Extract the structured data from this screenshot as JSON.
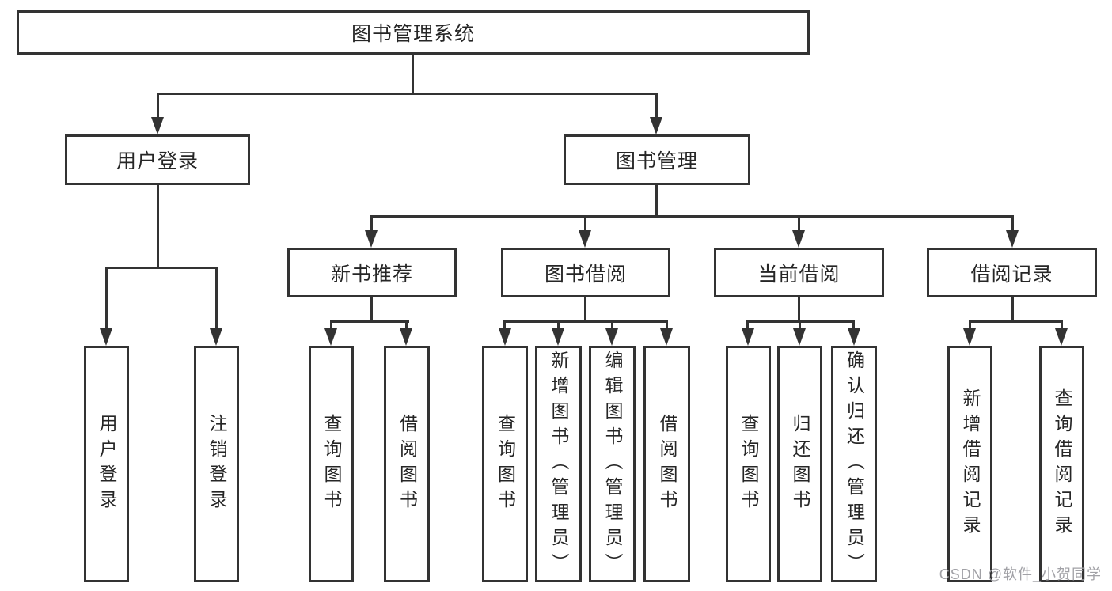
{
  "tree": {
    "root": {
      "label": "图书管理系统"
    },
    "branches": [
      {
        "label": "用户登录",
        "children": [
          {
            "label": "用户登录"
          },
          {
            "label": "注销登录"
          }
        ]
      },
      {
        "label": "图书管理",
        "children": [
          {
            "label": "新书推荐",
            "children": [
              {
                "label": "查询图书"
              },
              {
                "label": "借阅图书"
              }
            ]
          },
          {
            "label": "图书借阅",
            "children": [
              {
                "label": "查询图书"
              },
              {
                "label": "新增图书（管理员）"
              },
              {
                "label": "编辑图书（管理员）"
              },
              {
                "label": "借阅图书"
              }
            ]
          },
          {
            "label": "当前借阅",
            "children": [
              {
                "label": "查询图书"
              },
              {
                "label": "归还图书"
              },
              {
                "label": "确认归还（管理员）"
              }
            ]
          },
          {
            "label": "借阅记录",
            "children": [
              {
                "label": "新增借阅记录"
              },
              {
                "label": "查询借阅记录"
              }
            ]
          }
        ]
      }
    ]
  },
  "watermark": {
    "text": "CSDN @软件_小贺同学"
  },
  "colors": {
    "line": "#333333",
    "text": "#262626",
    "watermark": "#a1a1a6",
    "background": "#ffffff"
  }
}
